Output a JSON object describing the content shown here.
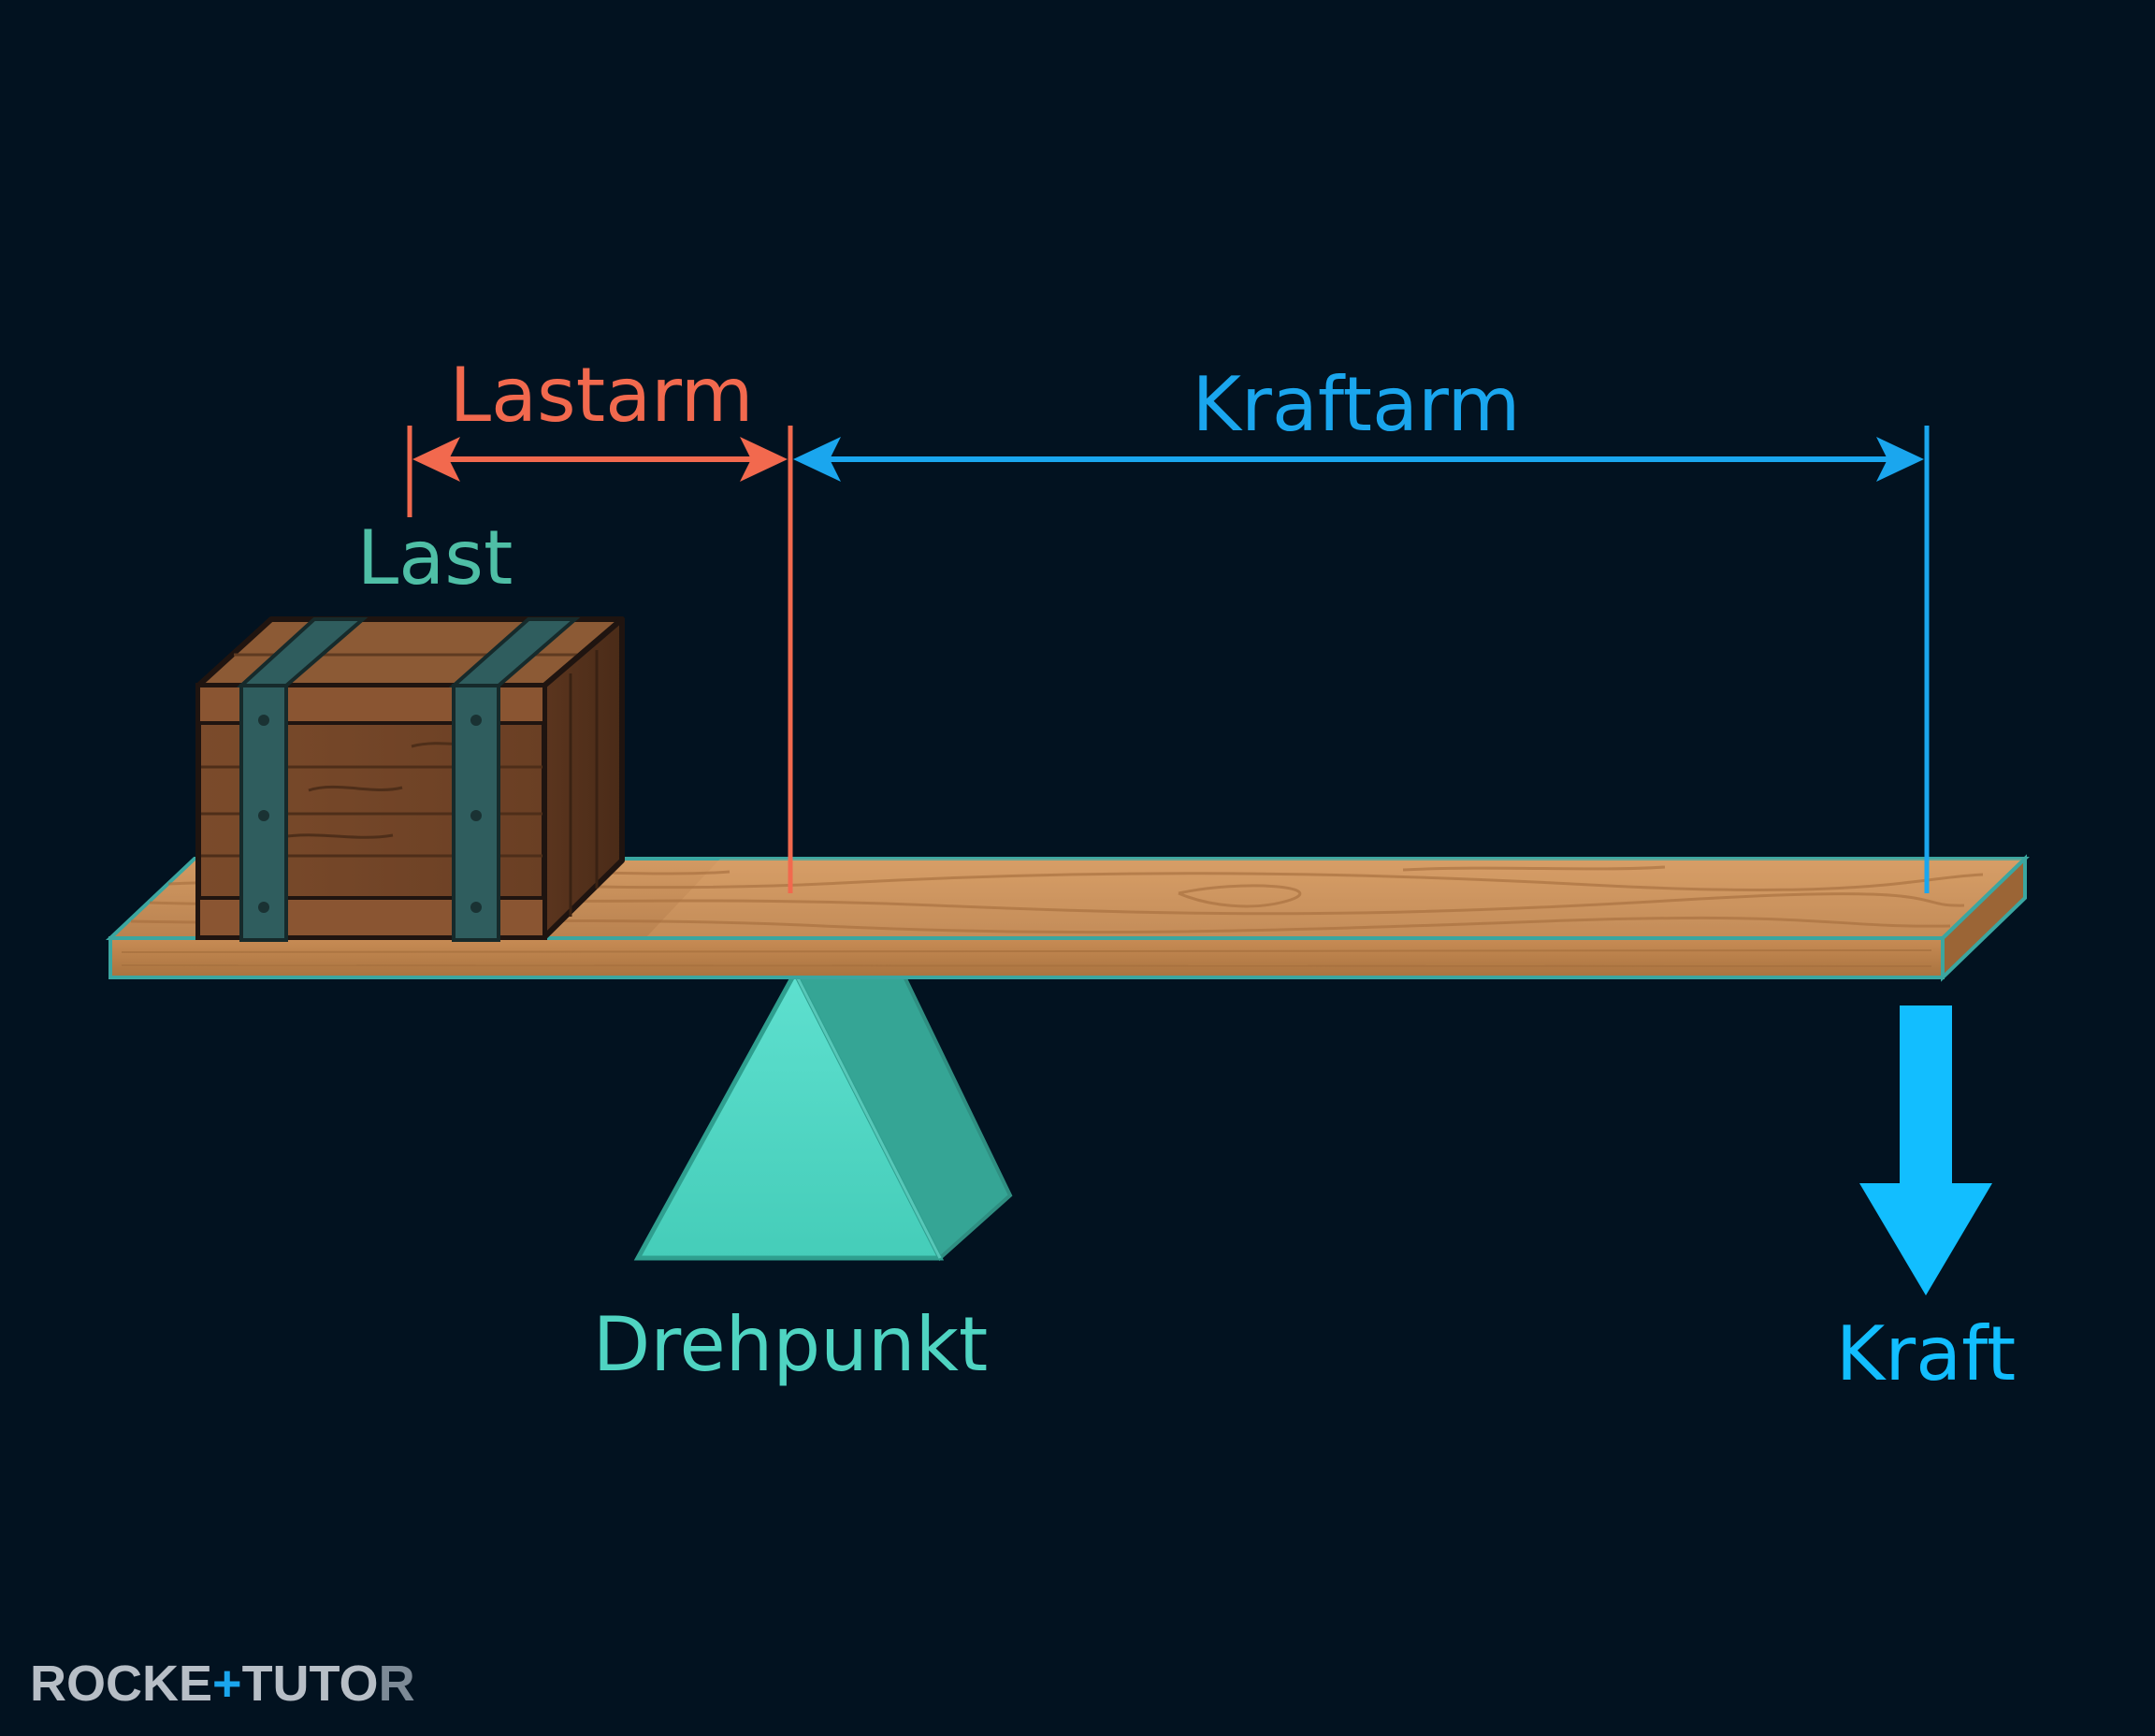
{
  "labels": {
    "load_arm": "Lastarm",
    "effort_arm": "Kraftarm",
    "load": "Last",
    "fulcrum": "Drehpunkt",
    "force": "Kraft"
  },
  "brand": {
    "part1": "ROCKE",
    "part2": "TUTO"
  },
  "colors": {
    "background": "#021220",
    "load_arm": "#f2694e",
    "effort_arm": "#1aa6ee",
    "load_label": "#4fbfa6",
    "fulcrum": "#4fd4c2",
    "force_arrow": "#12beff",
    "board": "#c58a55",
    "crate": "#7a4a2c",
    "straps": "#2e5a5c",
    "brand_text": "#b7bec6"
  }
}
